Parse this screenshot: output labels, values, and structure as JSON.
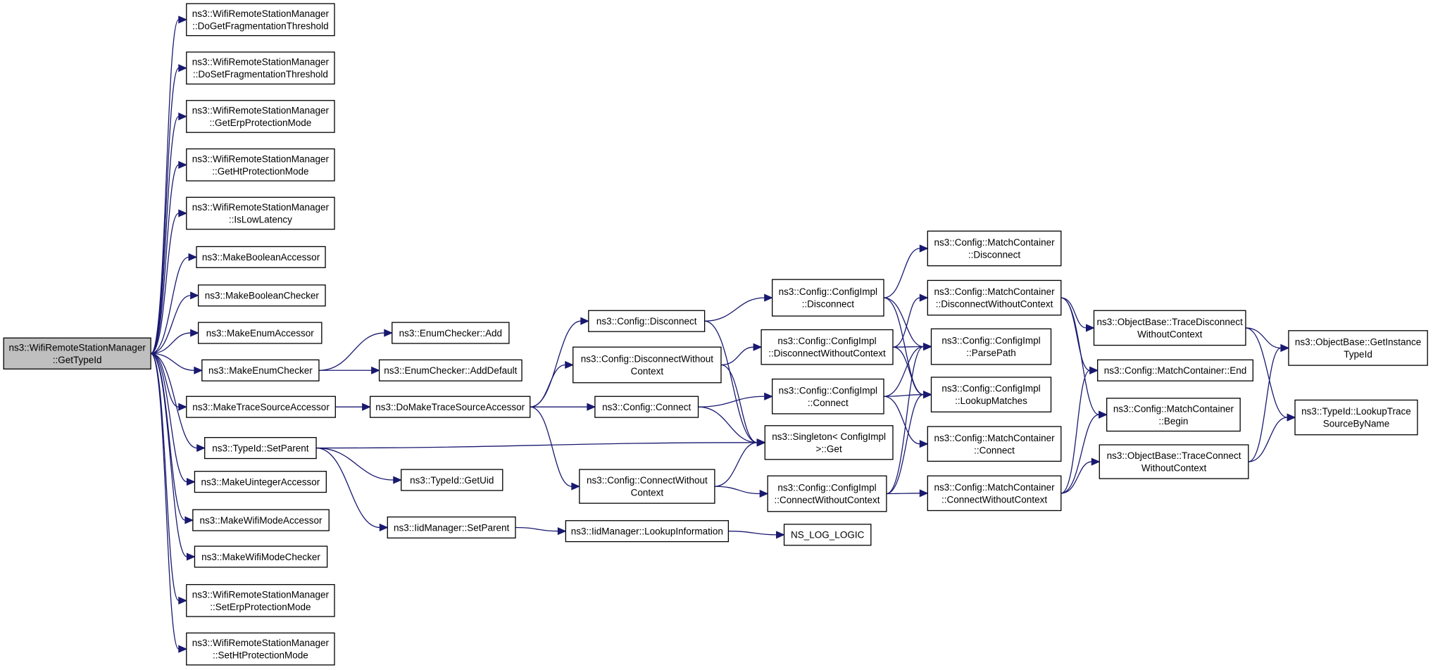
{
  "diagram": {
    "nodes": [
      {
        "id": "root",
        "lines": [
          "ns3::WifiRemoteStationManager",
          "::GetTypeId"
        ]
      },
      {
        "id": "n1",
        "lines": [
          "ns3::WifiRemoteStationManager",
          "::DoGetFragmentationThreshold"
        ]
      },
      {
        "id": "n2",
        "lines": [
          "ns3::WifiRemoteStationManager",
          "::DoSetFragmentationThreshold"
        ]
      },
      {
        "id": "n3",
        "lines": [
          "ns3::WifiRemoteStationManager",
          "::GetErpProtectionMode"
        ]
      },
      {
        "id": "n4",
        "lines": [
          "ns3::WifiRemoteStationManager",
          "::GetHtProtectionMode"
        ]
      },
      {
        "id": "n5",
        "lines": [
          "ns3::WifiRemoteStationManager",
          "::IsLowLatency"
        ]
      },
      {
        "id": "n6",
        "lines": [
          "ns3::MakeBooleanAccessor"
        ]
      },
      {
        "id": "n7",
        "lines": [
          "ns3::MakeBooleanChecker"
        ]
      },
      {
        "id": "n8",
        "lines": [
          "ns3::MakeEnumAccessor"
        ]
      },
      {
        "id": "n9",
        "lines": [
          "ns3::MakeEnumChecker"
        ]
      },
      {
        "id": "n10",
        "lines": [
          "ns3::MakeTraceSourceAccessor"
        ]
      },
      {
        "id": "n11",
        "lines": [
          "ns3::TypeId::SetParent"
        ]
      },
      {
        "id": "n12",
        "lines": [
          "ns3::MakeUintegerAccessor"
        ]
      },
      {
        "id": "n13",
        "lines": [
          "ns3::MakeWifiModeAccessor"
        ]
      },
      {
        "id": "n14",
        "lines": [
          "ns3::MakeWifiModeChecker"
        ]
      },
      {
        "id": "n15",
        "lines": [
          "ns3::WifiRemoteStationManager",
          "::SetErpProtectionMode"
        ]
      },
      {
        "id": "n16",
        "lines": [
          "ns3::WifiRemoteStationManager",
          "::SetHtProtectionMode"
        ]
      },
      {
        "id": "ec_add",
        "lines": [
          "ns3::EnumChecker::Add"
        ]
      },
      {
        "id": "ec_adddef",
        "lines": [
          "ns3::EnumChecker::AddDefault"
        ]
      },
      {
        "id": "dmtsa",
        "lines": [
          "ns3::DoMakeTraceSourceAccessor"
        ]
      },
      {
        "id": "tid_getuid",
        "lines": [
          "ns3::TypeId::GetUid"
        ]
      },
      {
        "id": "iid_setparent",
        "lines": [
          "ns3::IidManager::SetParent"
        ]
      },
      {
        "id": "cfg_disc",
        "lines": [
          "ns3::Config::Disconnect"
        ]
      },
      {
        "id": "cfg_discwc",
        "lines": [
          "ns3::Config::DisconnectWithout",
          "Context"
        ]
      },
      {
        "id": "cfg_conn",
        "lines": [
          "ns3::Config::Connect"
        ]
      },
      {
        "id": "cfg_connwc",
        "lines": [
          "ns3::Config::ConnectWithout",
          "Context"
        ]
      },
      {
        "id": "iid_lookup",
        "lines": [
          "ns3::IidManager::LookupInformation"
        ]
      },
      {
        "id": "ci_disc",
        "lines": [
          "ns3::Config::ConfigImpl",
          "::Disconnect"
        ]
      },
      {
        "id": "ci_discwc",
        "lines": [
          "ns3::Config::ConfigImpl",
          "::DisconnectWithoutContext"
        ]
      },
      {
        "id": "ci_conn",
        "lines": [
          "ns3::Config::ConfigImpl",
          "::Connect"
        ]
      },
      {
        "id": "singleton",
        "lines": [
          "ns3::Singleton< ConfigImpl",
          " >::Get"
        ]
      },
      {
        "id": "ci_connwc",
        "lines": [
          "ns3::Config::ConfigImpl",
          "::ConnectWithoutContext"
        ]
      },
      {
        "id": "nslog",
        "lines": [
          "NS_LOG_LOGIC"
        ]
      },
      {
        "id": "mc_disc",
        "lines": [
          "ns3::Config::MatchContainer",
          "::Disconnect"
        ]
      },
      {
        "id": "mc_discwc",
        "lines": [
          "ns3::Config::MatchContainer",
          "::DisconnectWithoutContext"
        ]
      },
      {
        "id": "ci_parse",
        "lines": [
          "ns3::Config::ConfigImpl",
          "::ParsePath"
        ]
      },
      {
        "id": "ci_lookup",
        "lines": [
          "ns3::Config::ConfigImpl",
          "::LookupMatches"
        ]
      },
      {
        "id": "mc_conn",
        "lines": [
          "ns3::Config::MatchContainer",
          "::Connect"
        ]
      },
      {
        "id": "mc_connwc",
        "lines": [
          "ns3::Config::MatchContainer",
          "::ConnectWithoutContext"
        ]
      },
      {
        "id": "ob_tdwc",
        "lines": [
          "ns3::ObjectBase::TraceDisconnect",
          "WithoutContext"
        ]
      },
      {
        "id": "mc_end",
        "lines": [
          "ns3::Config::MatchContainer::End"
        ]
      },
      {
        "id": "mc_begin",
        "lines": [
          "ns3::Config::MatchContainer",
          "::Begin"
        ]
      },
      {
        "id": "ob_tcwc",
        "lines": [
          "ns3::ObjectBase::TraceConnect",
          "WithoutContext"
        ]
      },
      {
        "id": "ob_git",
        "lines": [
          "ns3::ObjectBase::GetInstance",
          "TypeId"
        ]
      },
      {
        "id": "tid_lookup",
        "lines": [
          "ns3::TypeId::LookupTrace",
          "SourceByName"
        ]
      }
    ],
    "edges": [
      [
        "root",
        "n1"
      ],
      [
        "root",
        "n2"
      ],
      [
        "root",
        "n3"
      ],
      [
        "root",
        "n4"
      ],
      [
        "root",
        "n5"
      ],
      [
        "root",
        "n6"
      ],
      [
        "root",
        "n7"
      ],
      [
        "root",
        "n8"
      ],
      [
        "root",
        "n9"
      ],
      [
        "root",
        "n10"
      ],
      [
        "root",
        "n11"
      ],
      [
        "root",
        "n12"
      ],
      [
        "root",
        "n13"
      ],
      [
        "root",
        "n14"
      ],
      [
        "root",
        "n15"
      ],
      [
        "root",
        "n16"
      ],
      [
        "n9",
        "ec_add"
      ],
      [
        "n9",
        "ec_adddef"
      ],
      [
        "n10",
        "dmtsa"
      ],
      [
        "n11",
        "singleton"
      ],
      [
        "n11",
        "tid_getuid"
      ],
      [
        "n11",
        "iid_setparent"
      ],
      [
        "dmtsa",
        "cfg_disc"
      ],
      [
        "dmtsa",
        "cfg_discwc"
      ],
      [
        "dmtsa",
        "cfg_conn"
      ],
      [
        "dmtsa",
        "cfg_connwc"
      ],
      [
        "iid_setparent",
        "iid_lookup"
      ],
      [
        "iid_lookup",
        "nslog"
      ],
      [
        "cfg_disc",
        "ci_disc"
      ],
      [
        "cfg_disc",
        "singleton"
      ],
      [
        "cfg_discwc",
        "ci_discwc"
      ],
      [
        "cfg_discwc",
        "singleton"
      ],
      [
        "cfg_conn",
        "ci_conn"
      ],
      [
        "cfg_conn",
        "singleton"
      ],
      [
        "cfg_connwc",
        "ci_connwc"
      ],
      [
        "cfg_connwc",
        "singleton"
      ],
      [
        "ci_disc",
        "mc_disc"
      ],
      [
        "ci_disc",
        "ci_parse"
      ],
      [
        "ci_disc",
        "ci_lookup"
      ],
      [
        "ci_discwc",
        "mc_discwc"
      ],
      [
        "ci_discwc",
        "ci_parse"
      ],
      [
        "ci_discwc",
        "ci_lookup"
      ],
      [
        "ci_conn",
        "ci_parse"
      ],
      [
        "ci_conn",
        "ci_lookup"
      ],
      [
        "ci_conn",
        "mc_conn"
      ],
      [
        "ci_connwc",
        "ci_parse"
      ],
      [
        "ci_connwc",
        "ci_lookup"
      ],
      [
        "ci_connwc",
        "mc_connwc"
      ],
      [
        "mc_discwc",
        "ob_tdwc"
      ],
      [
        "mc_discwc",
        "mc_end"
      ],
      [
        "mc_discwc",
        "mc_begin"
      ],
      [
        "mc_connwc",
        "mc_end"
      ],
      [
        "mc_connwc",
        "mc_begin"
      ],
      [
        "mc_connwc",
        "ob_tcwc"
      ],
      [
        "ob_tdwc",
        "ob_git"
      ],
      [
        "ob_tdwc",
        "tid_lookup"
      ],
      [
        "ob_tcwc",
        "ob_git"
      ],
      [
        "ob_tcwc",
        "tid_lookup"
      ]
    ]
  }
}
